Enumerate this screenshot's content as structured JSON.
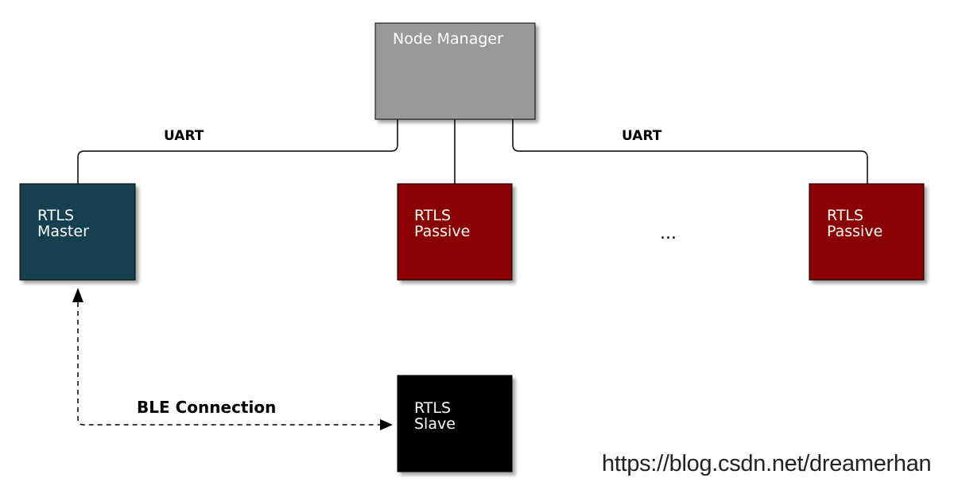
{
  "nodes": {
    "node_manager": {
      "label": "Node Manager",
      "fill": "#999999"
    },
    "rtls_master": {
      "line1": "RTLS",
      "line2": "Master",
      "fill": "#12404f"
    },
    "rtls_passive_1": {
      "line1": "RTLS",
      "line2": "Passive",
      "fill": "#8a0000"
    },
    "rtls_passive_2": {
      "line1": "RTLS",
      "line2": "Passive",
      "fill": "#8a0000"
    },
    "rtls_slave": {
      "line1": "RTLS",
      "line2": "Slave",
      "fill": "#000000"
    }
  },
  "edges": {
    "uart_left": "UART",
    "uart_right": "UART",
    "ble": "BLE Connection"
  },
  "ellipsis": "...",
  "watermark": "https://blog.csdn.net/dreamerhan"
}
